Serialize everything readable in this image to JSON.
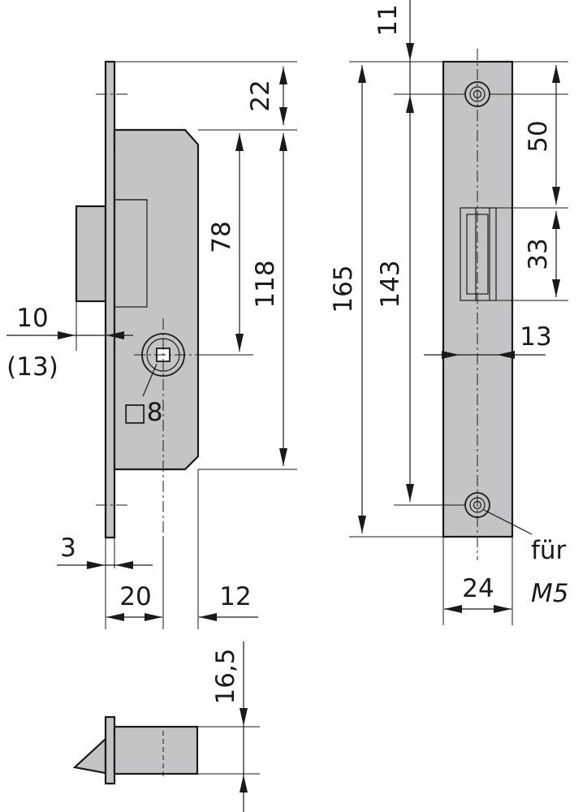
{
  "dimensions": {
    "lock_top_offset": "22",
    "lock_keyhole_distance": "78",
    "lock_case_height": "118",
    "backset": "10",
    "backset_alt": "(13)",
    "follower_square": "□8",
    "faceplate_thickness": "3",
    "spindle_distance": "20",
    "case_edge_offset": "12",
    "latch_height": "16,5",
    "strike_top_offset": "11",
    "strike_upper_distance": "50",
    "strike_opening_height": "33",
    "strike_total_length": "165",
    "strike_hole_spacing": "143",
    "strike_opening_depth": "13",
    "strike_width": "24",
    "screw_note_line1": "für",
    "screw_note_line2": "M5"
  }
}
